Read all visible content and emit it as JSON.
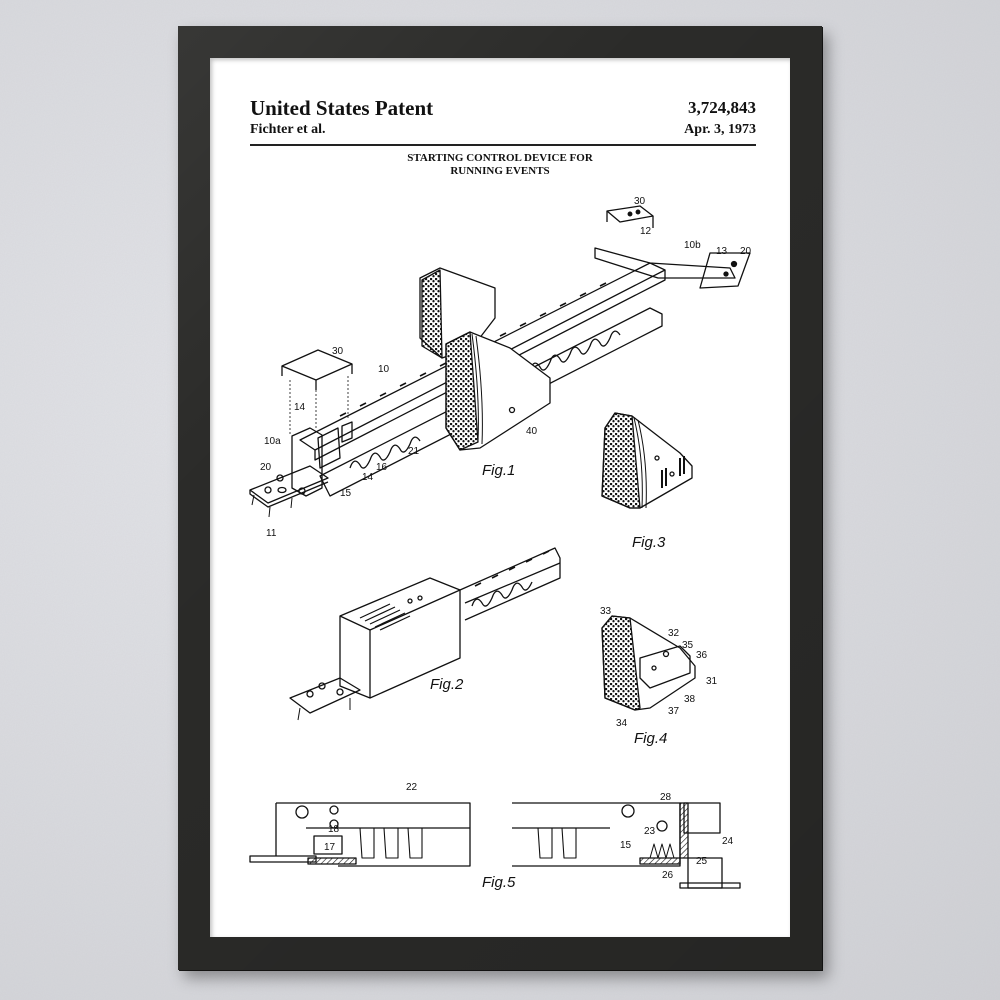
{
  "patent": {
    "title": "United States Patent",
    "number": "3,724,843",
    "inventors": "Fichter et al.",
    "date": "Apr. 3, 1973",
    "invention_title_line1": "STARTING CONTROL DEVICE FOR",
    "invention_title_line2": "RUNNING EVENTS"
  },
  "figures": [
    {
      "label": "Fig.1",
      "refs": [
        "30",
        "10",
        "14",
        "10a",
        "20",
        "11",
        "15",
        "14",
        "16",
        "21",
        "40",
        "12",
        "10b",
        "13",
        "20",
        "30"
      ]
    },
    {
      "label": "Fig.2",
      "refs": []
    },
    {
      "label": "Fig.3",
      "refs": []
    },
    {
      "label": "Fig.4",
      "refs": [
        "33",
        "32",
        "35",
        "36",
        "31",
        "38",
        "37",
        "34"
      ]
    },
    {
      "label": "Fig.5",
      "refs": [
        "22",
        "18",
        "17",
        "28",
        "23",
        "24",
        "15",
        "25",
        "26"
      ]
    }
  ],
  "colors": {
    "frame": "#2b2b29",
    "mat": "#ffffff",
    "ink": "#111111",
    "wall": "#dcdde1"
  }
}
